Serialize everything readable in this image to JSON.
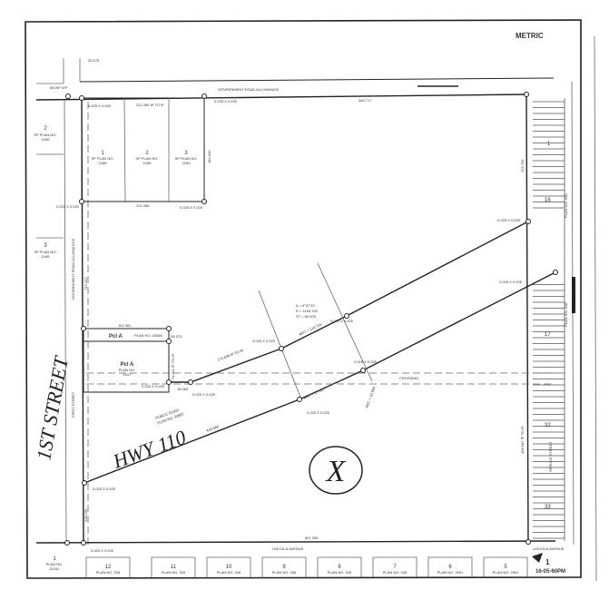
{
  "title": "METRIC",
  "roads": {
    "top": "GOVERNMENT ROAD ALLOWANCE",
    "left": "FIRST STREET",
    "left_allowance": "GOVERNMENT ROAD ALLOWANCE",
    "bottom": "LINCOLN AVENUE",
    "right": "LINCOLN AVENUE",
    "public_road": "PUBLIC ROAD",
    "public_road_plan": "PLAN NO. 20887",
    "crossing": "CROSSING"
  },
  "handwritten": {
    "street": "1ST STREET",
    "highway": "HWY 110",
    "mark": "X"
  },
  "top_lots": [
    {
      "num": "1",
      "plan": "SP PLAN NO.",
      "no": "2185"
    },
    {
      "num": "2",
      "plan": "SP PLAN NO.",
      "no": "2185"
    },
    {
      "num": "3",
      "plan": "SP PLAN NO.",
      "no": "2185"
    }
  ],
  "left_lots": [
    {
      "num": "2",
      "plan": "SP PLAN NO.",
      "no": "2185"
    },
    {
      "num": "3",
      "plan": "SP PLAN NO.",
      "no": "2185"
    },
    {
      "num": "1",
      "plan": "PLAN NO.",
      "no": "21041"
    }
  ],
  "parcels": [
    {
      "label": "Pcl A",
      "plan": "PLAN NO. 20884"
    },
    {
      "label": "Pcl A",
      "plan": "PLAN NO.",
      "no": "1947"
    }
  ],
  "bottom_lots": [
    {
      "num": "12",
      "plan": "PLAN NO. 326"
    },
    {
      "num": "11",
      "plan": "PLAN NO. 326"
    },
    {
      "num": "10",
      "plan": "PLAN NO. 326"
    },
    {
      "num": "9",
      "plan": "PLAN NO. 326"
    },
    {
      "num": "8",
      "plan": "PLAN NO. 326"
    },
    {
      "num": "7",
      "plan": "PLAN NO. 326"
    },
    {
      "num": "6",
      "plan": "PLAN NO. 2991"
    },
    {
      "num": "5",
      "plan": "PLAN NO. 2991"
    }
  ],
  "right_lots": [
    {
      "num": "1"
    },
    {
      "num": "16",
      "plan": "PLAN NO. 318"
    },
    {
      "num": "17"
    },
    {
      "num": "32"
    },
    {
      "num": "33"
    }
  ],
  "right_plan": "PLAN NO. 318",
  "right_street": "SPRUCE STREET",
  "dimensions": {
    "top_lots_width": "221.285 IP TO IP",
    "top_lots_bottom": "221.285",
    "lot3_depth": "182.900",
    "top_road": "30.175",
    "top_line": "350.717",
    "right_upper": "223.798",
    "right_lower": "408.587 IP TO IP",
    "pcl_top": "152.361",
    "pcl_side": "34.374",
    "pcl_east": "74.811 IP TO IP",
    "short_seg": "18.983",
    "upper_diag": "174.639 IP TO IP",
    "arc1": "ARC = 133.715",
    "arc2": "ARC = 17.027",
    "arc3": "ARC = 43.865",
    "curve": [
      "Δ = 6°37'20\"",
      "R = 1190.700",
      "ST = 89.000"
    ],
    "hwy_line": "418.566",
    "bottom_line": "807.258",
    "left_line": "733.252",
    "left_lower": "135.160",
    "ip": "0.025 X 0.025",
    "ip2": "IP",
    "survey_note": "MOSP IVP"
  },
  "stamp": {
    "num": "1",
    "time": "16-05-60PM"
  }
}
